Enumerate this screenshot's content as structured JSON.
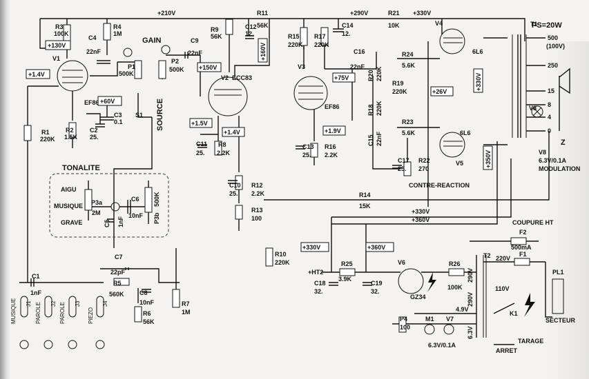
{
  "title": "PS=20W",
  "rails": {
    "v210": "+210V",
    "v290": "+290V",
    "v330": "+330V",
    "v130": "+130V",
    "v330b": "+330V",
    "v360": "+360V",
    "ht2": "+HT2"
  },
  "voltage_tags": [
    "+1.4V",
    "+60V",
    "+150V",
    "+160V",
    "+1.5V",
    "+1.4V",
    "+75V",
    "+1.9V",
    "+26V",
    "+330V",
    "+350V",
    "+330V",
    "+360V"
  ],
  "labels": {
    "gain": "GAIN",
    "source": "SOURCE",
    "tonalite": "TONALITE",
    "aigu": "AIGU",
    "musique": "MUSIQUE",
    "grave": "GRAVE",
    "contre_reaction": "CONTRE-REACTION",
    "coupure_ht": "COUPURE HT",
    "secteur": "SECTEUR",
    "tarage": "TARAGE",
    "arret": "ARRET",
    "modulation": "MODULATION",
    "v8_spec": "6.3V/0.1A",
    "v7_spec": "6.3V/0.1A",
    "z": "Z",
    "s1": "S1"
  },
  "components": {
    "R3": [
      "R3",
      "100K"
    ],
    "R4": [
      "R4",
      "1M"
    ],
    "C4": [
      "C4",
      "22nF"
    ],
    "V1": [
      "V1",
      "EF86"
    ],
    "R1": [
      "R1",
      "220K"
    ],
    "R2": [
      "R2",
      "1.5K"
    ],
    "C2": [
      "C2",
      "25."
    ],
    "C3": [
      "C3",
      "0.1"
    ],
    "P1": [
      "P1",
      "500K"
    ],
    "C9": [
      "C9",
      "22nF"
    ],
    "P2": [
      "P2",
      "500K"
    ],
    "R9": [
      "R9",
      "56K"
    ],
    "C12": [
      "C12",
      "12."
    ],
    "R11": [
      "R11",
      "56K"
    ],
    "R15": [
      "R15",
      "220K"
    ],
    "R17": [
      "R17",
      "220K"
    ],
    "C14": [
      "C14",
      "12."
    ],
    "R21": [
      "R21",
      "10K"
    ],
    "V2": [
      "V2",
      "ECC83"
    ],
    "C11": [
      "C11",
      "25."
    ],
    "R8": [
      "R8",
      "2.2K"
    ],
    "C10": [
      "C10",
      "25."
    ],
    "R12": [
      "R12",
      "2.2K"
    ],
    "R13": [
      "R13",
      "100"
    ],
    "V3": [
      "V3",
      "EF86"
    ],
    "C13": [
      "C13",
      "25."
    ],
    "R16": [
      "R16",
      "2.2K"
    ],
    "C16": [
      "C16",
      "22nF"
    ],
    "R20": [
      "R20",
      "220K"
    ],
    "R19": [
      "R19",
      "220K"
    ],
    "R18": [
      "R18",
      "220K"
    ],
    "C15": [
      "C15",
      "22nF"
    ],
    "R24": [
      "R24",
      "5.6K"
    ],
    "R23": [
      "R23",
      "5.6K"
    ],
    "V4": [
      "V4",
      "6L6"
    ],
    "V5": [
      "V5",
      "6L6"
    ],
    "C17": [
      "C17",
      "25."
    ],
    "R22": [
      "R22",
      "270"
    ],
    "R14": [
      "R14",
      "15K"
    ],
    "T1": [
      "T1",
      ""
    ],
    "V8": [
      "V8",
      ""
    ],
    "P3a": [
      "P3a",
      "2M"
    ],
    "C6": [
      "C6",
      "10nF"
    ],
    "C5": [
      "C5",
      "1nF"
    ],
    "P3b": [
      "P3b",
      "500K"
    ],
    "C1": [
      "C1",
      "1nF"
    ],
    "C7": [
      "C7",
      "22pF"
    ],
    "R5": [
      "R5",
      "560K"
    ],
    "C8": [
      "C8",
      "10nF"
    ],
    "R6": [
      "R6",
      "56K"
    ],
    "R7": [
      "R7",
      "1M"
    ],
    "R10": [
      "R10",
      "220K"
    ],
    "C18": [
      "C18",
      "32."
    ],
    "R25": [
      "R25",
      "3.9K"
    ],
    "C19": [
      "C19",
      "32."
    ],
    "V6": [
      "V6",
      "GZ34"
    ],
    "R26": [
      "R26",
      "100K"
    ],
    "F2": [
      "F2",
      "500mA"
    ],
    "F1": [
      "F1",
      ""
    ],
    "T2": [
      "T2",
      ""
    ],
    "PL1": [
      "PL1",
      ""
    ],
    "K1": [
      "K1",
      ""
    ],
    "P4": [
      "P4",
      "100"
    ],
    "M1": [
      "M1",
      ""
    ],
    "V7": [
      "V7",
      ""
    ]
  },
  "jacks": [
    "J1",
    "J2",
    "J3",
    "J4"
  ],
  "jack_names": [
    "MUSIQUE",
    "PAROLE",
    "PAROLE",
    "PIEZO"
  ],
  "output_taps": [
    "500\n(100V)",
    "250",
    "15",
    "8",
    "4",
    "0"
  ],
  "output_tap_list": [
    "500",
    "(100V)",
    "250",
    "15",
    "8",
    "4",
    "0"
  ],
  "t2_windings": [
    "220V",
    "110V",
    "290V",
    "290V",
    "4.9V",
    "6.3V"
  ]
}
